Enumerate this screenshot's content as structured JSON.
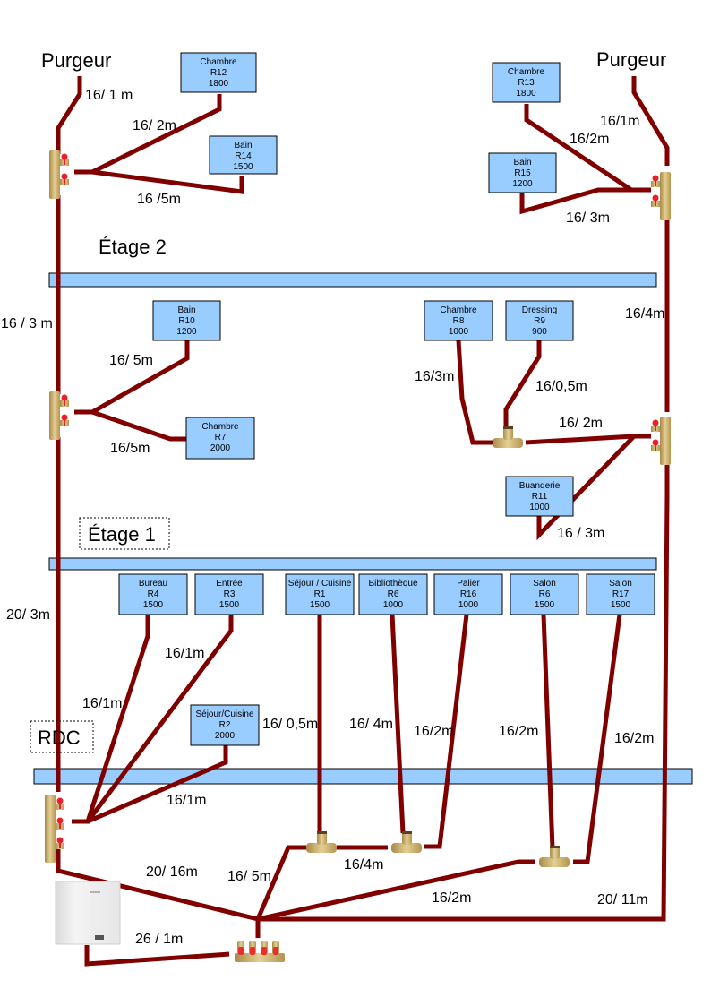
{
  "title_labels": {
    "purgeur_left": "Purgeur",
    "purgeur_right": "Purgeur",
    "etage2": "Étage 2",
    "etage1": "Étage 1",
    "rdc": "RDC"
  },
  "rooms": [
    {
      "id": "r12",
      "name": "Chambre",
      "ref": "R12",
      "power": "1800"
    },
    {
      "id": "r14",
      "name": "Bain",
      "ref": "R14",
      "power": "1500"
    },
    {
      "id": "r13",
      "name": "Chambre",
      "ref": "R13",
      "power": "1800"
    },
    {
      "id": "r15",
      "name": "Bain",
      "ref": "R15",
      "power": "1200"
    },
    {
      "id": "r10",
      "name": "Bain",
      "ref": "R10",
      "power": "1200"
    },
    {
      "id": "r7",
      "name": "Chambre",
      "ref": "R7",
      "power": "2000"
    },
    {
      "id": "r8",
      "name": "Chambre",
      "ref": "R8",
      "power": "1000"
    },
    {
      "id": "r9",
      "name": "Dressing",
      "ref": "R9",
      "power": "900"
    },
    {
      "id": "r11",
      "name": "Buanderie",
      "ref": "R11",
      "power": "1000"
    },
    {
      "id": "r4",
      "name": "Bureau",
      "ref": "R4",
      "power": "1500"
    },
    {
      "id": "r3",
      "name": "Entrée",
      "ref": "R3",
      "power": "1500"
    },
    {
      "id": "r1",
      "name": "Séjour / Cuisine",
      "ref": "R1",
      "power": "1500"
    },
    {
      "id": "r6a",
      "name": "Bibliothèque",
      "ref": "R6",
      "power": "1000"
    },
    {
      "id": "r16",
      "name": "Palier",
      "ref": "R16",
      "power": "1000"
    },
    {
      "id": "r6b",
      "name": "Salon",
      "ref": "R6",
      "power": "1500"
    },
    {
      "id": "r17",
      "name": "Salon",
      "ref": "R17",
      "power": "1500"
    },
    {
      "id": "r2",
      "name": "Séjour/Cuisine",
      "ref": "R2",
      "power": "2000"
    }
  ],
  "pipe_labels": {
    "purgeur_left": "16/ 1 m",
    "r12": "16/ 2m",
    "r14": "16 /5m",
    "purgeur_right": "16/1m",
    "r13": "16/2m",
    "r15": "16/ 3m",
    "riser_left_top": "16 / 3 m",
    "riser_right_top": "16/4m",
    "r10": "16/ 5m",
    "r7": "16/5m",
    "r8": "16/3m",
    "r9": "16/0,5m",
    "tee_right_e1": "16/ 2m",
    "r11": "16 / 3m",
    "riser_left_bottom": "20/ 3m",
    "r3": "16/1m",
    "r4": "16/1m",
    "r2": "16/1m",
    "r1": "16/ 0,5m",
    "r6a": "16/ 4m",
    "r16": "16/2m",
    "r6b": "16/2m",
    "r17": "16/2m",
    "main_left": "20/ 16m",
    "branch_rdc1": "16/ 5m",
    "tee_link": "16/4m",
    "branch_rdc2": "16/2m",
    "main_right": "20/ 11m",
    "boiler": "26 / 1m"
  }
}
